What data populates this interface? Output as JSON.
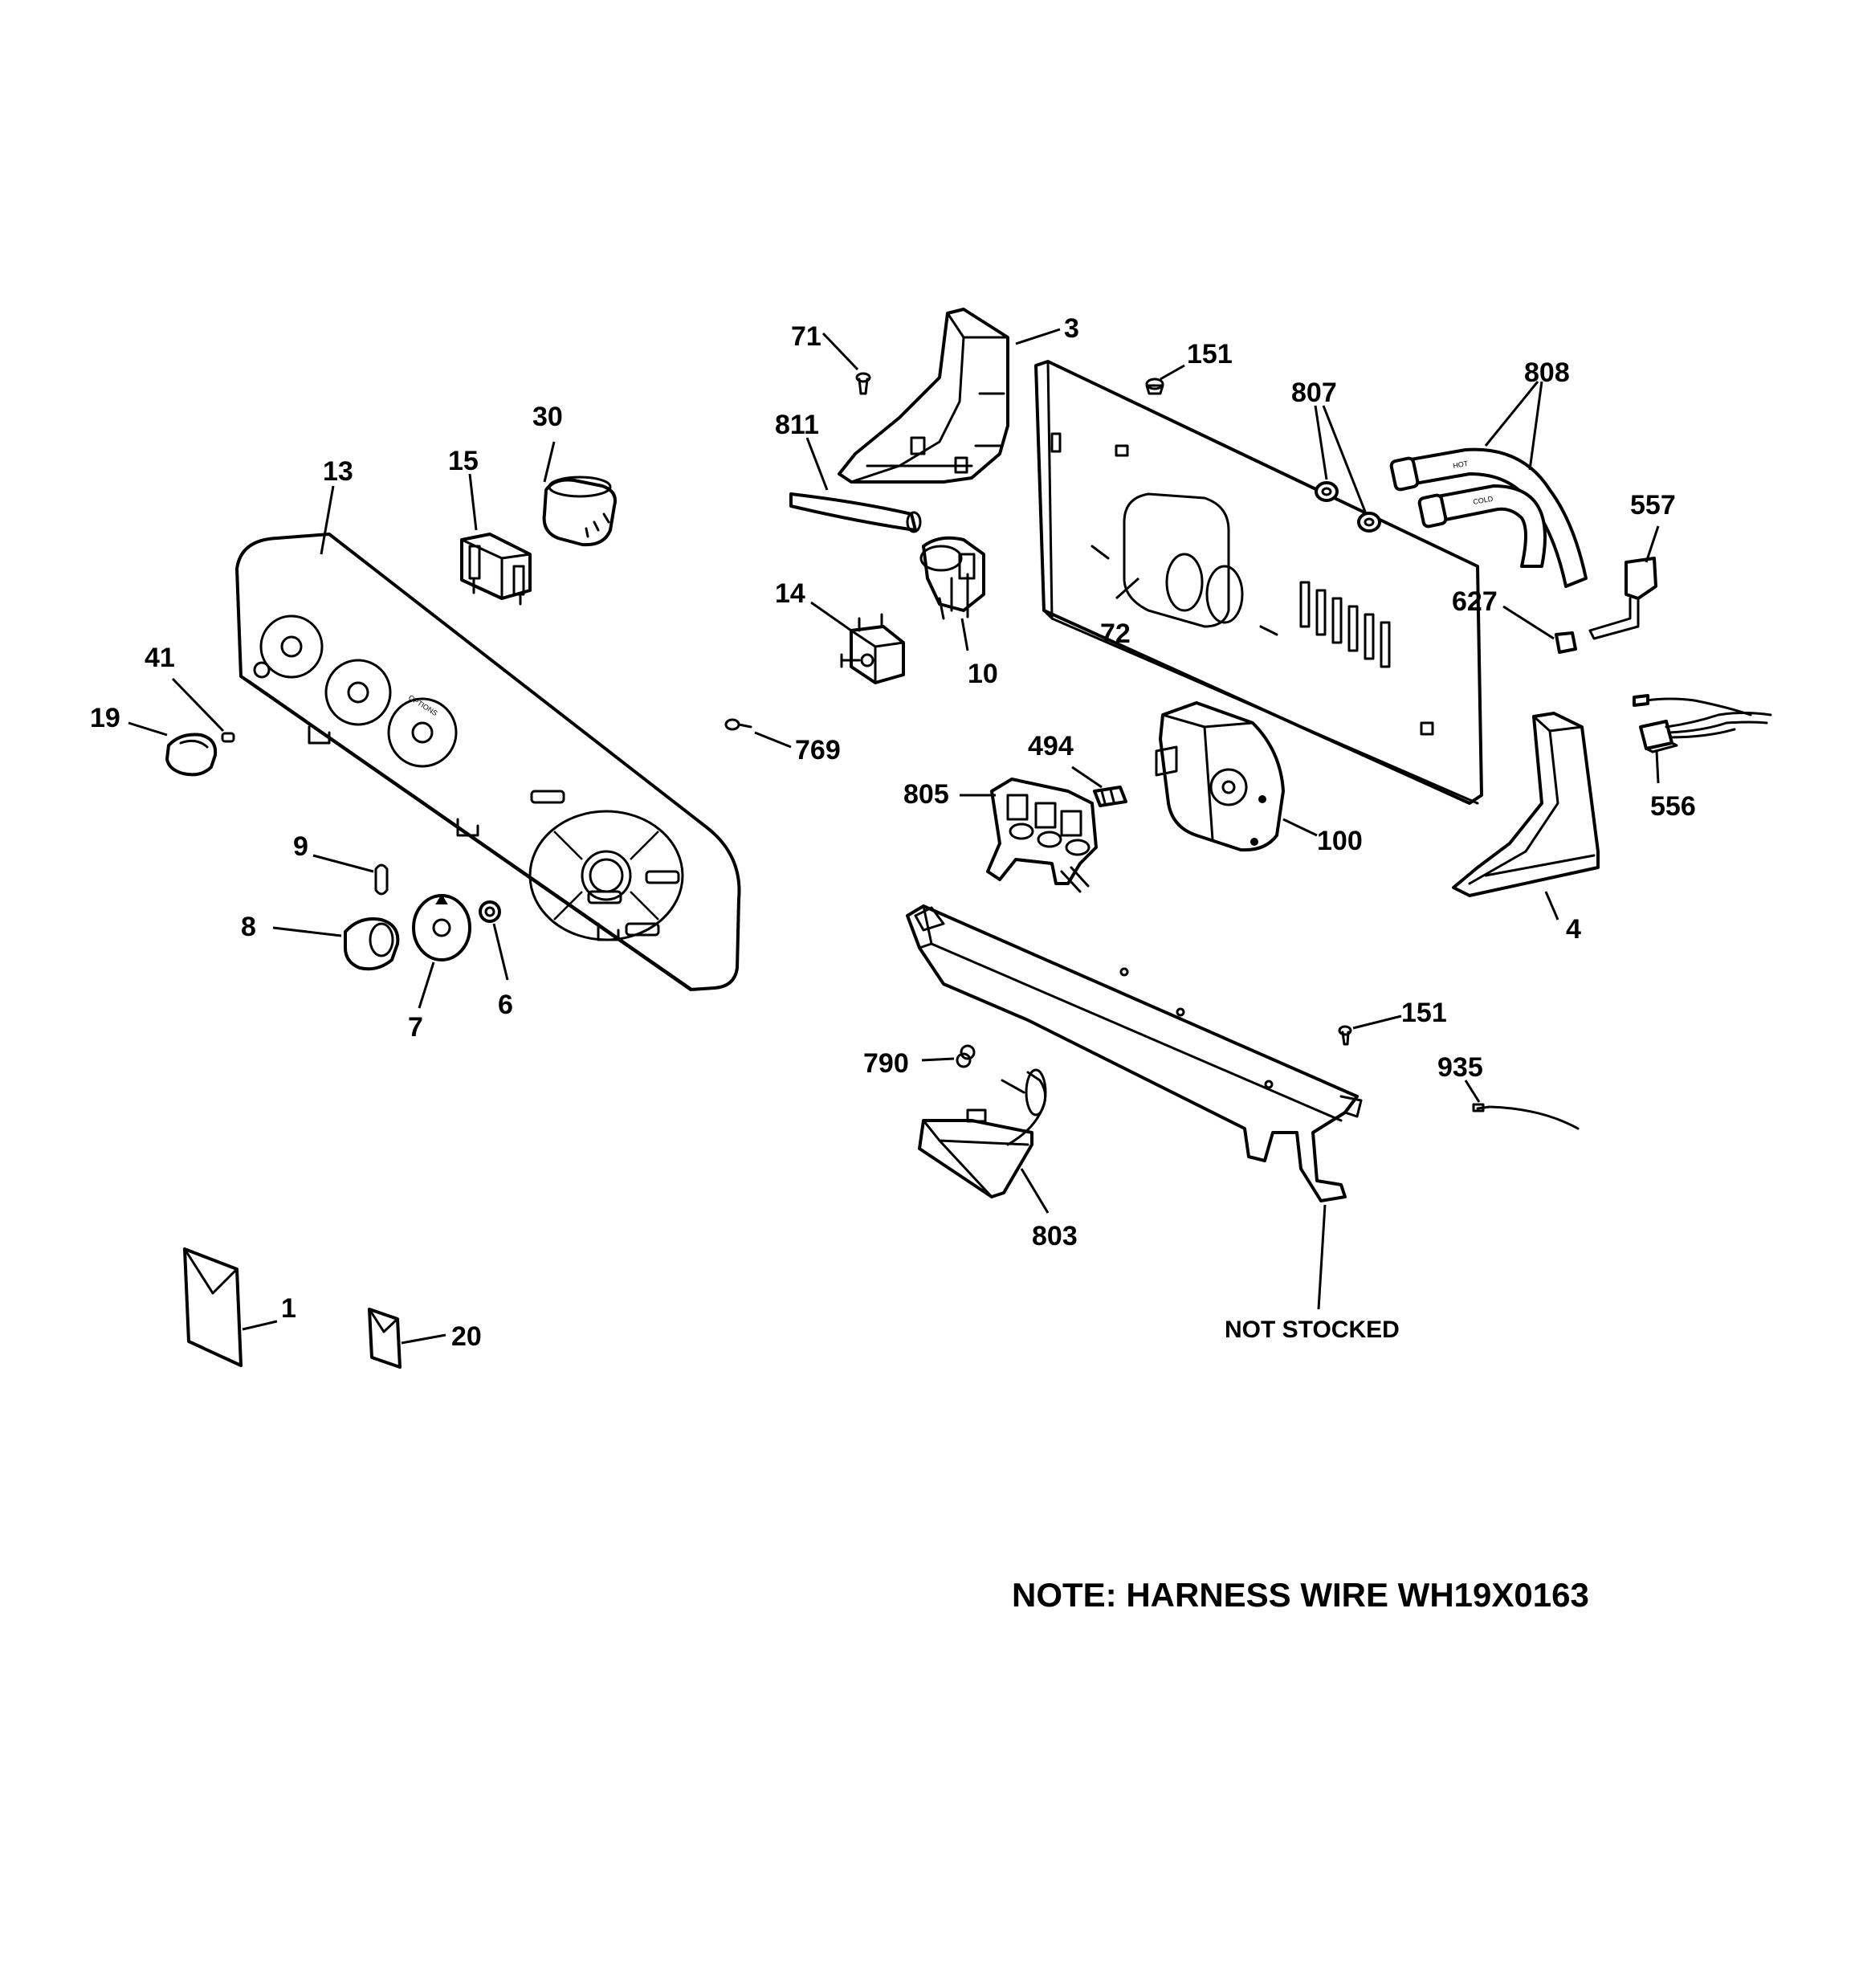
{
  "callouts": [
    {
      "id": "c-71",
      "text": "71"
    },
    {
      "id": "c-3",
      "text": "3"
    },
    {
      "id": "c-151a",
      "text": "151"
    },
    {
      "id": "c-807",
      "text": "807"
    },
    {
      "id": "c-808",
      "text": "808"
    },
    {
      "id": "c-811",
      "text": "811"
    },
    {
      "id": "c-30",
      "text": "30"
    },
    {
      "id": "c-15",
      "text": "15"
    },
    {
      "id": "c-13",
      "text": "13"
    },
    {
      "id": "c-557",
      "text": "557"
    },
    {
      "id": "c-627",
      "text": "627"
    },
    {
      "id": "c-14",
      "text": "14"
    },
    {
      "id": "c-10",
      "text": "10"
    },
    {
      "id": "c-72",
      "text": "72"
    },
    {
      "id": "c-41",
      "text": "41"
    },
    {
      "id": "c-19",
      "text": "19"
    },
    {
      "id": "c-769",
      "text": "769"
    },
    {
      "id": "c-494",
      "text": "494"
    },
    {
      "id": "c-805",
      "text": "805"
    },
    {
      "id": "c-100",
      "text": "100"
    },
    {
      "id": "c-556",
      "text": "556"
    },
    {
      "id": "c-9",
      "text": "9"
    },
    {
      "id": "c-8",
      "text": "8"
    },
    {
      "id": "c-7",
      "text": "7"
    },
    {
      "id": "c-6",
      "text": "6"
    },
    {
      "id": "c-4",
      "text": "4"
    },
    {
      "id": "c-151b",
      "text": "151"
    },
    {
      "id": "c-790",
      "text": "790"
    },
    {
      "id": "c-935",
      "text": "935"
    },
    {
      "id": "c-803",
      "text": "803"
    },
    {
      "id": "c-1",
      "text": "1"
    },
    {
      "id": "c-20",
      "text": "20"
    }
  ],
  "labels": {
    "not_stocked": "NOT STOCKED",
    "note": "NOTE: HARNESS WIRE WH19X0163",
    "hose_hot": "HOT",
    "hose_cold": "COLD",
    "options": "OPTIONS"
  },
  "colors": {
    "ink": "#000000",
    "paper": "#ffffff"
  }
}
